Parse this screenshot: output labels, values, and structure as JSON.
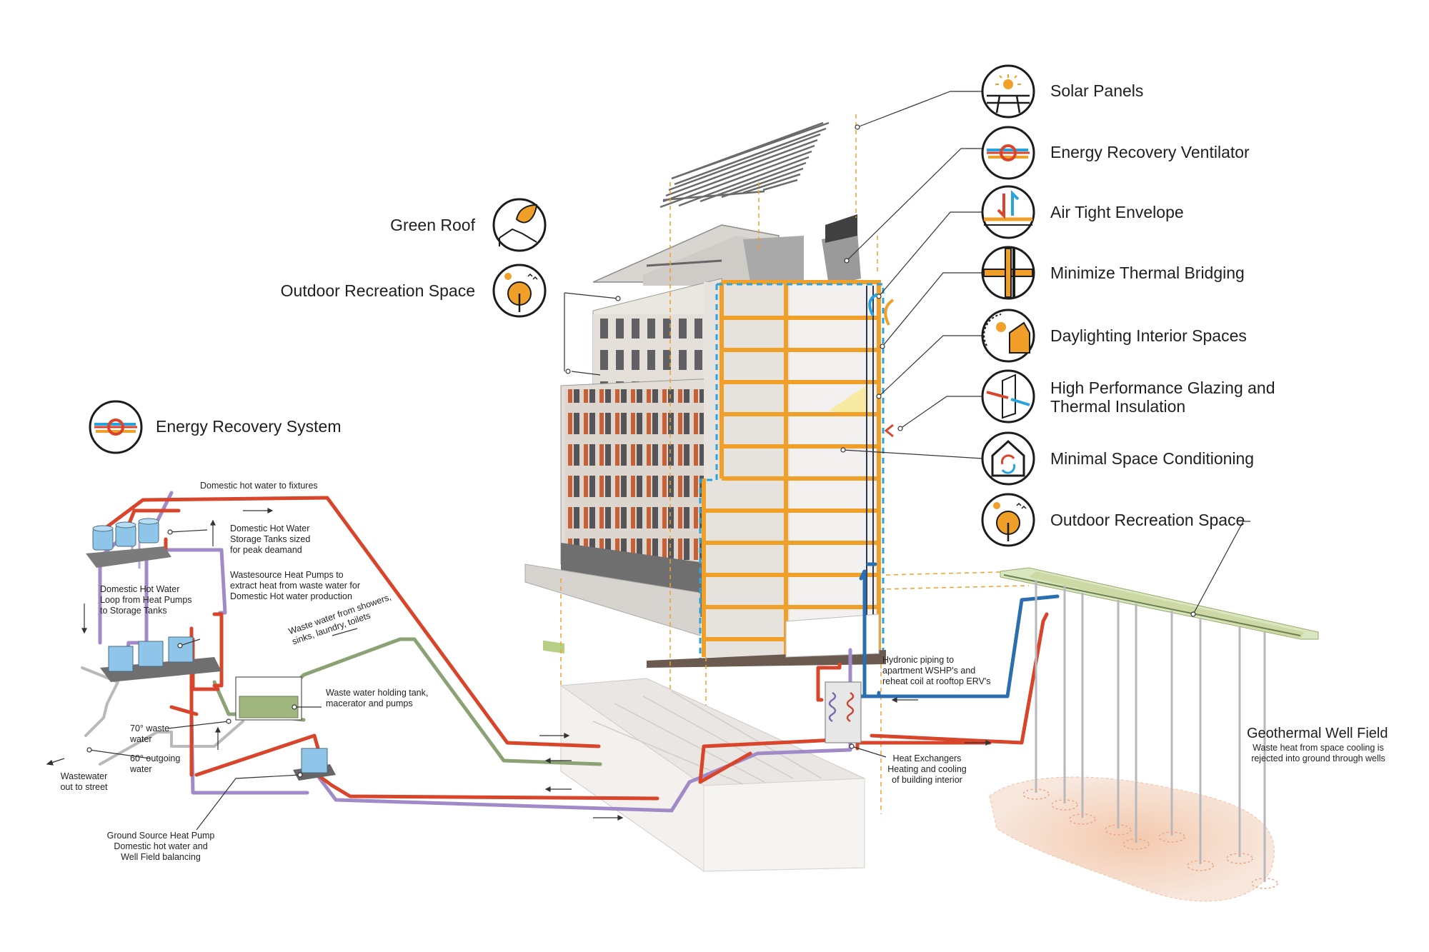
{
  "legend_right": [
    {
      "label": "Solar Panels",
      "icon": "solar-panel-icon"
    },
    {
      "label": "Energy Recovery Ventilator",
      "icon": "energy-recovery-ventilator-icon"
    },
    {
      "label": "Air Tight Envelope",
      "icon": "air-tight-envelope-icon"
    },
    {
      "label": "Minimize Thermal Bridging",
      "icon": "thermal-bridging-icon"
    },
    {
      "label": "Daylighting Interior Spaces",
      "icon": "daylighting-icon"
    },
    {
      "label": "High Performance Glazing and",
      "label2": "Thermal Insulation",
      "icon": "glazing-icon"
    },
    {
      "label": "Minimal Space Conditioning",
      "icon": "space-conditioning-icon"
    },
    {
      "label": "Outdoor Recreation Space",
      "icon": "outdoor-tree-icon"
    }
  ],
  "legend_left": [
    {
      "label": "Green Roof",
      "icon": "green-roof-leaf-icon"
    },
    {
      "label": "Outdoor Recreation Space",
      "icon": "outdoor-tree-icon"
    }
  ],
  "system_title": "Energy Recovery System",
  "annotations": {
    "hot_to_fixtures": "Domestic hot water to fixtures",
    "storage_tanks": [
      "Domestic Hot Water",
      "Storage Tanks sized",
      "for peak deamand"
    ],
    "wastesource_hp": [
      "Wastesource Heat Pumps to",
      "extract heat from waste water for",
      "Domestic Hot water production"
    ],
    "dhw_loop": [
      "Domestic Hot Water",
      "Loop from Heat Pumps",
      "to Storage Tanks"
    ],
    "waste_from": [
      "Waste water from showers,",
      "sinks, laundry, toilets"
    ],
    "holding_tank": [
      "Waste water holding tank,",
      "macerator and pumps"
    ],
    "waste_70": [
      "70° waste",
      "water"
    ],
    "outgoing_60": [
      "60° outgoing",
      "water"
    ],
    "to_street": [
      "Wastewater",
      "out to street"
    ],
    "gshp": [
      "Ground Source Heat Pump",
      "Domestic hot water and",
      "Well Field balancing"
    ],
    "hydronic": [
      "Hydronic piping to",
      "apartment WSHP's and",
      "reheat coil at rooftop ERV's"
    ],
    "heat_exchangers": [
      "Heat Exchangers",
      "Heating and cooling",
      "of building interior"
    ],
    "geothermal_title": "Geothermal Well Field",
    "geothermal_desc": [
      "Waste heat from space cooling is",
      "rejected into ground through wells"
    ]
  },
  "colors": {
    "hot_pipe": "#d8452a",
    "cold_pipe": "#2c6fb1",
    "return_pipe": "#a08ac8",
    "waste_pipe": "#8ba275",
    "envelope_orange": "#f0a028",
    "envelope_blue": "#29a3df",
    "tank_blue": "#8ec5e8",
    "holding_green": "#9fb77f"
  }
}
